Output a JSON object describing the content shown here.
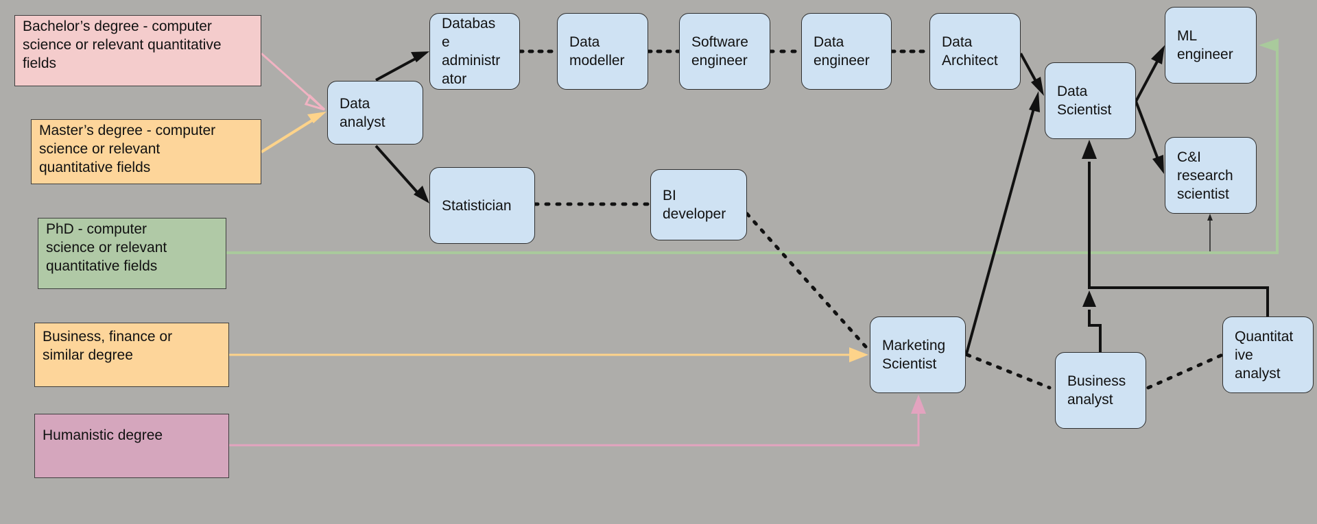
{
  "colors": {
    "background": "#aeadaa",
    "role_box": "#cfe2f3",
    "bachelor": "#f4cccc",
    "master": "#fdd59a",
    "phd": "#b0c9a6",
    "business_degree": "#fdd59a",
    "humanistic": "#d5a6bd",
    "edge_bachelor": "#f1b3c2",
    "edge_master": "#fdd38a",
    "edge_phd": "#a9ca9c",
    "edge_business": "#fdd38a",
    "edge_humanistic": "#e3a3bf",
    "edge_default": "#111111"
  },
  "degrees": {
    "bachelor": "Bachelor’s degree - computer\nscience or relevant quantitative\nfields",
    "master": "Master’s degree - computer\nscience or relevant\nquantitative fields",
    "phd": "PhD - computer\nscience or relevant\nquantitative fields",
    "business": "Business, finance or\nsimilar degree",
    "humanistic": "Humanistic degree"
  },
  "roles": {
    "data_analyst": "Data\nanalyst",
    "database_administrator": "Databas\ne\nadministr\nator",
    "data_modeller": "Data\nmodeller",
    "software_engineer": "Software\nengineer",
    "data_engineer": "Data\nengineer",
    "data_architect": "Data\nArchitect",
    "data_scientist": "Data\nScientist",
    "ml_engineer": "ML\nengineer",
    "ci_research_scientist": "C&I\nresearch\nscientist",
    "statistician": "Statistician",
    "bi_developer": "BI\ndeveloper",
    "marketing_scientist": "Marketing\nScientist",
    "business_analyst": "Business\nanalyst",
    "quantitative_analyst": "Quantitat\nive\nanalyst"
  },
  "edges": [
    {
      "from": "bachelor",
      "to": "data_analyst",
      "style": "open-arrow",
      "color": "edge_bachelor"
    },
    {
      "from": "master",
      "to": "data_analyst",
      "style": "arrow",
      "color": "edge_master"
    },
    {
      "from": "phd",
      "to": "ml_engineer",
      "style": "arrow",
      "color": "edge_phd"
    },
    {
      "from": "business",
      "to": "marketing_scientist",
      "style": "arrow",
      "color": "edge_business"
    },
    {
      "from": "humanistic",
      "to": "marketing_scientist",
      "style": "arrow",
      "color": "edge_humanistic"
    },
    {
      "from": "data_analyst",
      "to": "database_administrator",
      "style": "arrow"
    },
    {
      "from": "data_analyst",
      "to": "statistician",
      "style": "arrow"
    },
    {
      "from": "database_administrator",
      "to": "data_modeller",
      "style": "dotted"
    },
    {
      "from": "data_modeller",
      "to": "software_engineer",
      "style": "dotted"
    },
    {
      "from": "software_engineer",
      "to": "data_engineer",
      "style": "dotted"
    },
    {
      "from": "data_engineer",
      "to": "data_architect",
      "style": "dotted"
    },
    {
      "from": "data_architect",
      "to": "data_scientist",
      "style": "arrow"
    },
    {
      "from": "data_scientist",
      "to": "ml_engineer",
      "style": "arrow"
    },
    {
      "from": "data_scientist",
      "to": "ci_research_scientist",
      "style": "arrow"
    },
    {
      "from": "statistician",
      "to": "bi_developer",
      "style": "dotted"
    },
    {
      "from": "bi_developer",
      "to": "marketing_scientist",
      "style": "dotted"
    },
    {
      "from": "marketing_scientist",
      "to": "data_scientist",
      "style": "arrow"
    },
    {
      "from": "marketing_scientist",
      "to": "business_analyst",
      "style": "dotted"
    },
    {
      "from": "business_analyst",
      "to": "quantitative_analyst",
      "style": "dotted"
    },
    {
      "from": "business_analyst",
      "to": "data_scientist",
      "style": "arrow"
    },
    {
      "from": "quantitative_analyst",
      "to": "data_scientist",
      "style": "arrow"
    },
    {
      "from": "phd",
      "to": "ci_research_scientist",
      "style": "thin-arrow"
    }
  ]
}
